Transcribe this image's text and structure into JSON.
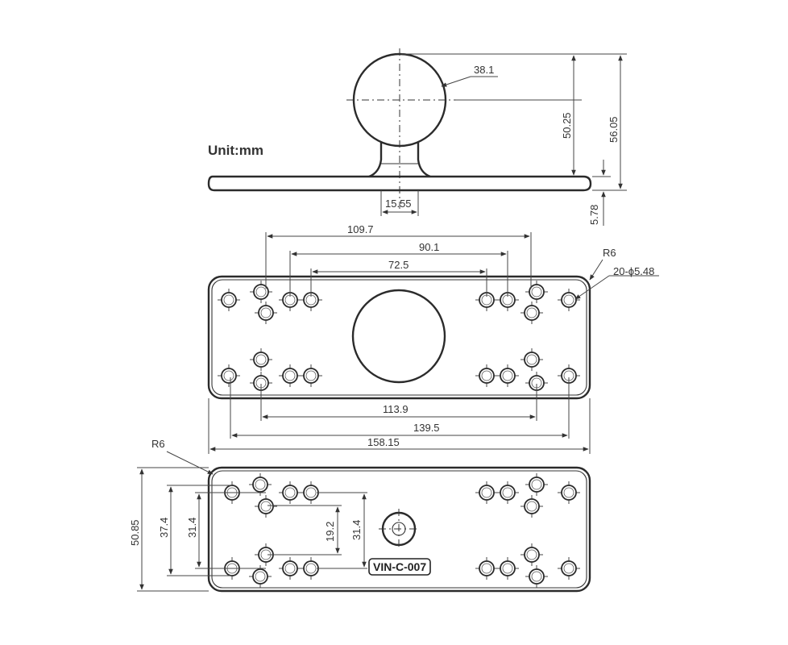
{
  "unit_label": "Unit:mm",
  "model_label": "VIN-C-007",
  "side_view": {
    "ball_diameter": "38.1",
    "height_to_ball_center": "50.25",
    "total_height": "56.05",
    "neck_width": "15.55",
    "plate_thickness": "5.78"
  },
  "top_view": {
    "dim_109_7": "109.7",
    "dim_90_1": "90.1",
    "dim_72_5": "72.5",
    "corner_radius": "R6",
    "holes": "20-ϕ5.48",
    "dim_113_9": "113.9",
    "dim_139_5": "139.5",
    "dim_158_15": "158.15"
  },
  "bottom_view": {
    "corner_radius": "R6",
    "height": "50.85",
    "dim_37_4": "37.4",
    "dim_31_4_left": "31.4",
    "dim_19_2": "19.2",
    "dim_31_4_right": "31.4"
  }
}
